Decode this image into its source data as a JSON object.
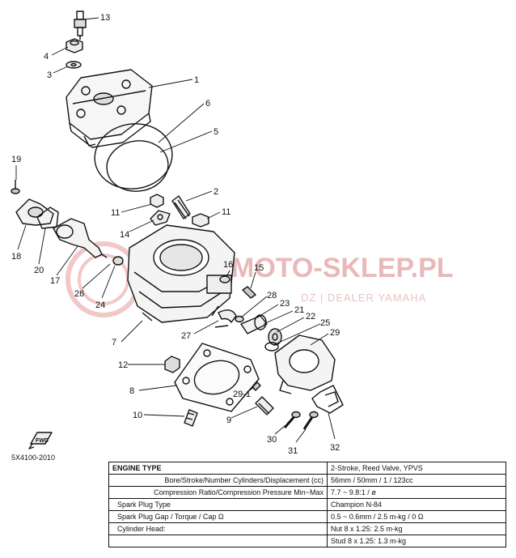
{
  "watermark": {
    "brand": "MOTO-SKLEP.PL",
    "subtitle": "DZ | DEALER YAMAHA"
  },
  "diagram_code": "5X4100-2010",
  "fwd_label": "FWD",
  "callouts": [
    {
      "id": "c13",
      "text": "13"
    },
    {
      "id": "c4",
      "text": "4"
    },
    {
      "id": "c3",
      "text": "3"
    },
    {
      "id": "c1",
      "text": "1"
    },
    {
      "id": "c6",
      "text": "6"
    },
    {
      "id": "c5",
      "text": "5"
    },
    {
      "id": "c19",
      "text": "19"
    },
    {
      "id": "c2",
      "text": "2"
    },
    {
      "id": "c11a",
      "text": "11"
    },
    {
      "id": "c11b",
      "text": "11"
    },
    {
      "id": "c14",
      "text": "14"
    },
    {
      "id": "c18",
      "text": "18"
    },
    {
      "id": "c20",
      "text": "20"
    },
    {
      "id": "c17",
      "text": "17"
    },
    {
      "id": "c26",
      "text": "26"
    },
    {
      "id": "c24",
      "text": "24"
    },
    {
      "id": "c16",
      "text": "16"
    },
    {
      "id": "c15",
      "text": "15"
    },
    {
      "id": "c28",
      "text": "28"
    },
    {
      "id": "c23",
      "text": "23"
    },
    {
      "id": "c21",
      "text": "21"
    },
    {
      "id": "c22",
      "text": "22"
    },
    {
      "id": "c25",
      "text": "25"
    },
    {
      "id": "c29",
      "text": "29"
    },
    {
      "id": "c27",
      "text": "27"
    },
    {
      "id": "c7",
      "text": "7"
    },
    {
      "id": "c12",
      "text": "12"
    },
    {
      "id": "c8",
      "text": "8"
    },
    {
      "id": "c291",
      "text": "29-1"
    },
    {
      "id": "c9",
      "text": "9"
    },
    {
      "id": "c10",
      "text": "10"
    },
    {
      "id": "c30",
      "text": "30"
    },
    {
      "id": "c31",
      "text": "31"
    },
    {
      "id": "c32",
      "text": "32"
    }
  ],
  "spec_table": {
    "rows": [
      {
        "label": "ENGINE TYPE",
        "value": "2-Stroke, Reed Valve, YPVS"
      },
      {
        "label": "Bore/Stroke/Number Cylinders/Displacement (cc)",
        "value": "56mm / 50mm / 1 / 123cc"
      },
      {
        "label": "Compression Ratio/Compression Pressure Min~Max",
        "value": "7.7 ~ 9.8:1 / ø"
      },
      {
        "label": "Spark Plug Type",
        "value": "Champion N-84"
      },
      {
        "label": "Spark Plug Gap / Torque / Cap Ω",
        "value": "0.5 ~ 0.6mm / 2.5 m-kg / 0 Ω"
      },
      {
        "label": "Cylinder Head:",
        "value": "Nut   8 x 1.25: 2.5 m-kg"
      },
      {
        "label": "",
        "value": "Stud   8 x 1.25: 1.3 m-kg"
      }
    ]
  }
}
